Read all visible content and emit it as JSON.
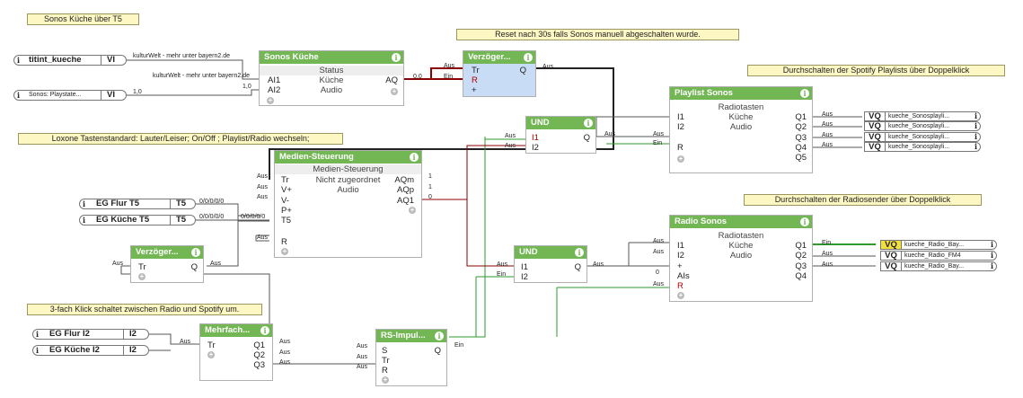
{
  "notes": {
    "sonos_kueche_t5": "Sonos Küche über T5",
    "reset": "Reset nach 30s falls Sonos manuell abgeschalten wurde.",
    "spotify": "Durchschalten der Spotify Playlists über Doppelklick",
    "loxone": "Loxone Tastenstandard: Lauter/Leiser; On/Off ; Playlist/Radio wechseln;",
    "radiosender": "Durchschalten der Radiosender über Doppelklick",
    "klick3": "3-fach Klick schaltet zwischen Radio und Spotify um."
  },
  "inputs": {
    "titint": {
      "name": "titint_kueche",
      "type": "VI"
    },
    "playstate": {
      "name": "Sonos: Playstate...",
      "type": "VI"
    },
    "eg_flur_t5": {
      "name": "EG Flur T5",
      "type": "T5"
    },
    "eg_kueche_t5": {
      "name": "EG Küche T5",
      "type": "T5"
    },
    "eg_flur_i2": {
      "name": "EG Flur I2",
      "type": "I2"
    },
    "eg_kueche_i2": {
      "name": "EG Küche I2",
      "type": "I2"
    }
  },
  "blocks": {
    "sonos": {
      "title": "Sonos Küche",
      "sub": "Status",
      "room": "Küche",
      "cat": "Audio",
      "in1": "AI1",
      "in2": "AI2",
      "out": "AQ"
    },
    "verz1": {
      "title": "Verzöger...",
      "in1": "Tr",
      "in2": "R",
      "in3": "+",
      "out": "Q"
    },
    "playlist": {
      "title": "Playlist Sonos",
      "sub": "Radiotasten",
      "room": "Küche",
      "cat": "Audio",
      "in1": "I1",
      "in2": "I2",
      "in3": "R",
      "outs": [
        "Q1",
        "Q2",
        "Q3",
        "Q4",
        "Q5"
      ]
    },
    "und1": {
      "title": "UND",
      "in1": "I1",
      "in2": "I2",
      "out": "Q"
    },
    "medien": {
      "title": "Medien-Steuerung",
      "sub": "Medien-Steuerung",
      "room": "Nicht zugeordnet",
      "cat": "Audio",
      "ins": [
        "Tr",
        "V+",
        "V-",
        "P+",
        "T5",
        "R"
      ],
      "outs": [
        "AQm",
        "AQp",
        "AQ1"
      ]
    },
    "verz2": {
      "title": "Verzöger...",
      "in1": "Tr",
      "out": "Q"
    },
    "und2": {
      "title": "UND",
      "in1": "I1",
      "in2": "I2",
      "out": "Q"
    },
    "radio": {
      "title": "Radio Sonos",
      "sub": "Radiotasten",
      "room": "Küche",
      "cat": "Audio",
      "ins": [
        "I1",
        "I2",
        "+",
        "AIs",
        "R"
      ],
      "outs": [
        "Q1",
        "Q2",
        "Q3",
        "Q4"
      ]
    },
    "mehrfach": {
      "title": "Mehrfach...",
      "in1": "Tr",
      "outs": [
        "Q1",
        "Q2",
        "Q3"
      ]
    },
    "rs": {
      "title": "RS-Impul...",
      "ins": [
        "S",
        "Tr",
        "R"
      ],
      "out": "Q"
    }
  },
  "outputs": {
    "playlist": [
      {
        "type": "VQ",
        "name": "kueche_Sonosplayli..."
      },
      {
        "type": "VQ",
        "name": "kueche_Sonosplayli..."
      },
      {
        "type": "VQ",
        "name": "kueche_Sonosplayli..."
      },
      {
        "type": "VQ",
        "name": "kueche_Sonosplayli..."
      }
    ],
    "radio": [
      {
        "type": "VQ",
        "name": "kueche_Radio_Bay..."
      },
      {
        "type": "VQ",
        "name": "kueche_Radio_FM4"
      },
      {
        "type": "VQ",
        "name": "kueche_Radio_Bay..."
      }
    ]
  },
  "labels": {
    "kulturwelt1": "kulturWelt - mehr unter bayern2.de",
    "kulturwelt2": "kulturWelt - mehr unter bayern2.de",
    "one_a": "1,0",
    "one_b": "1,0",
    "zero": "0,0",
    "aus": "Aus",
    "ein": "Ein",
    "aus_red": "Aus",
    "ein_red": "Ein",
    "t5_a": "0/0/0/0/0",
    "t5_b": "0/0/0/0/0",
    "t5_c": "0/0/0/0/0",
    "v1": "1",
    "v0": "0"
  }
}
